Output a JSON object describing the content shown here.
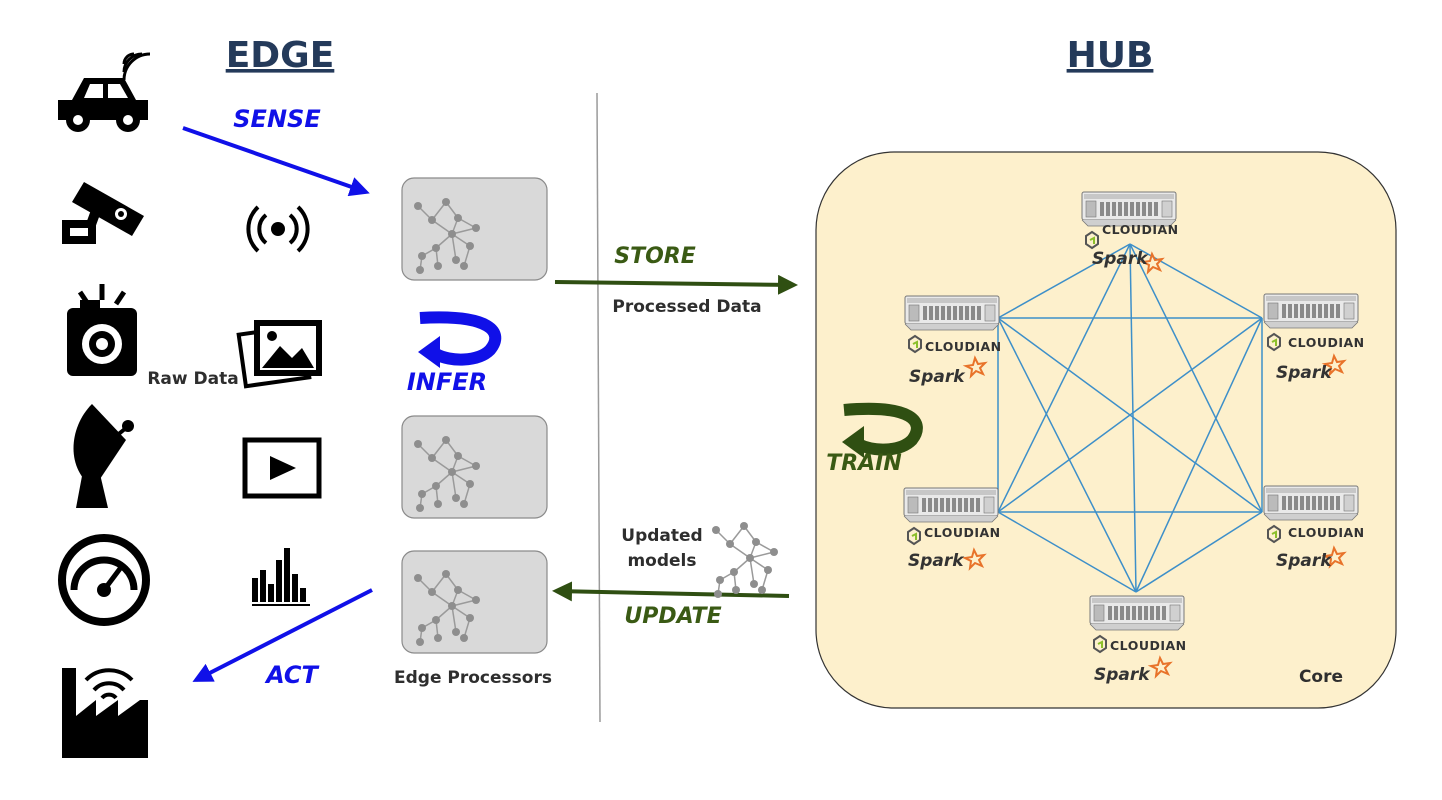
{
  "titles": {
    "edge": "EDGE",
    "hub": "HUB"
  },
  "verbs": {
    "sense": "SENSE",
    "infer": "INFER",
    "act": "ACT",
    "store": "STORE",
    "update": "UPDATE",
    "train": "TRAIN"
  },
  "labels": {
    "raw_data": "Raw Data",
    "edge_processors": "Edge Processors",
    "processed_data": "Processed Data",
    "updated_models_line1": "Updated",
    "updated_models_line2": "models",
    "core": "Core"
  },
  "server": {
    "brand": "CLOUDIAN",
    "engine": "Spark"
  },
  "icons": {
    "left_column": [
      "connected-car-icon",
      "security-camera-icon",
      "camera-icon",
      "satellite-dish-icon",
      "gauge-icon",
      "smart-factory-icon"
    ],
    "right_column": [
      "broadcast-signal-icon",
      "image-gallery-icon",
      "video-play-icon",
      "audio-equalizer-icon"
    ]
  },
  "colors": {
    "title": "#243a5a",
    "edge_arrows": "#1010e8",
    "hub_arrows": "#3a5a14",
    "mesh_lines": "#3d8fc9",
    "core_fill": "#fdf0cc",
    "processor_fill": "#d9d9d9",
    "spark_star": "#e8732a"
  }
}
